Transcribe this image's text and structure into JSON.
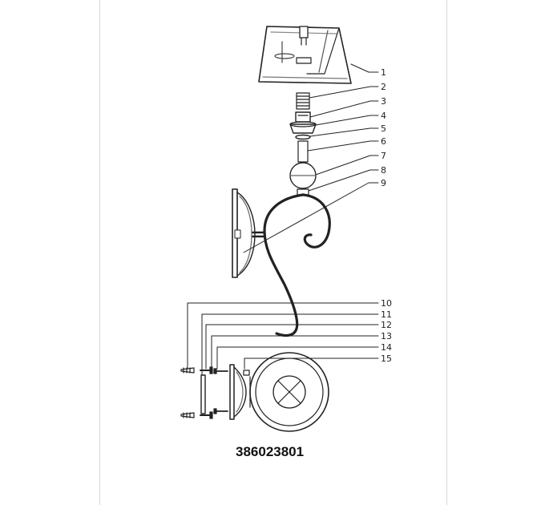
{
  "diagram": {
    "model_number": "386023801",
    "parts": [
      {
        "id": "1",
        "label": "1"
      },
      {
        "id": "2",
        "label": "2"
      },
      {
        "id": "3",
        "label": "3"
      },
      {
        "id": "4",
        "label": "4"
      },
      {
        "id": "5",
        "label": "5"
      },
      {
        "id": "6",
        "label": "6"
      },
      {
        "id": "7",
        "label": "7"
      },
      {
        "id": "8",
        "label": "8"
      },
      {
        "id": "9",
        "label": "9"
      },
      {
        "id": "10",
        "label": "10"
      },
      {
        "id": "11",
        "label": "11"
      },
      {
        "id": "12",
        "label": "12"
      },
      {
        "id": "13",
        "label": "13"
      },
      {
        "id": "14",
        "label": "14"
      },
      {
        "id": "15",
        "label": "15"
      }
    ]
  }
}
